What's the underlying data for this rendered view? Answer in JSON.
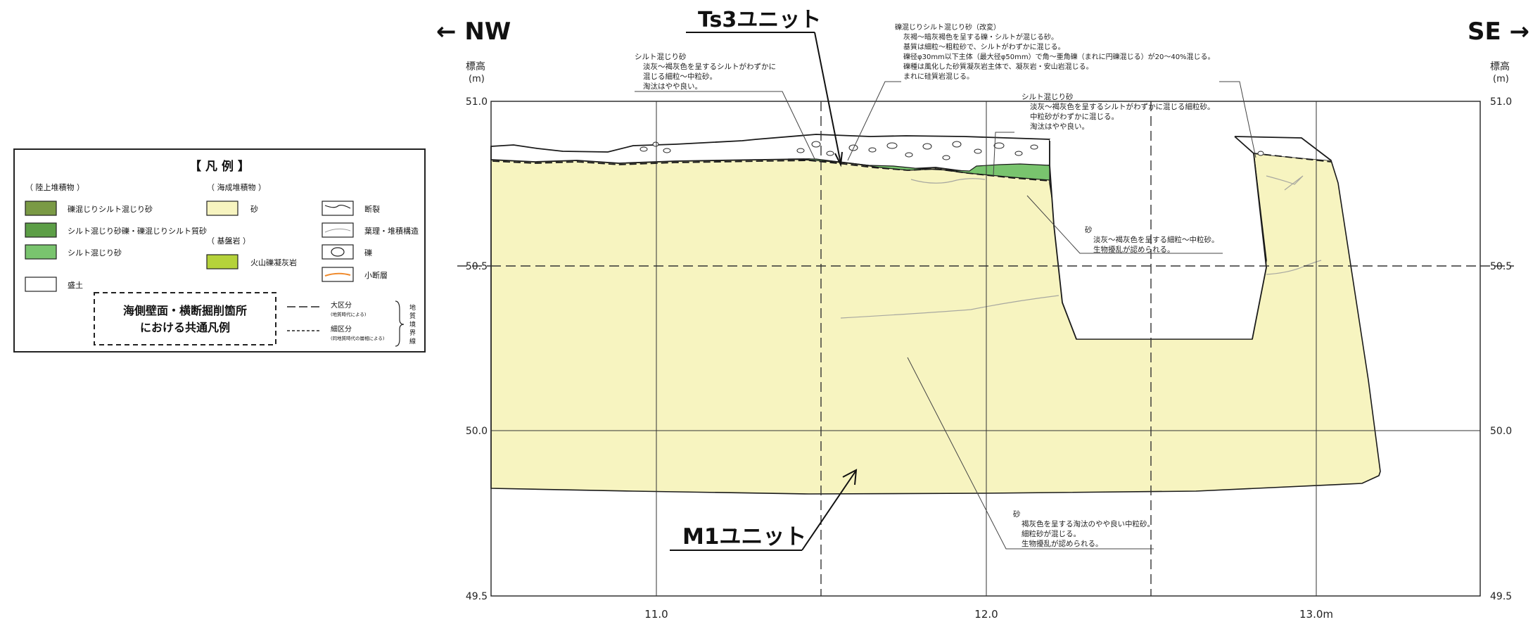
{
  "header": {
    "nw": "← NW",
    "se": "SE →",
    "ts3_label": "Ts3ユニット",
    "m1_label": "M1ユニット"
  },
  "axes": {
    "y_title": "標高",
    "y_unit": "(m)",
    "y_ticks": [
      "51.0",
      "50.5",
      "50.0",
      "49.5"
    ],
    "x_ticks": [
      "11.0",
      "12.0",
      "13.0m"
    ]
  },
  "legend": {
    "title": "【 凡 例 】",
    "group_land": "（ 陸上堆積物 ）",
    "group_marine": "（ 海成堆積物 ）",
    "group_bedrock": "（ 基盤岩 ）",
    "item_gravelly_silty_sand": "礫混じりシルト混じり砂",
    "item_silty_sandy_gravel": "シルト混じり砂礫・礫混じりシルト質砂",
    "item_silty_sand": "シルト混じり砂",
    "item_fill": "盛土",
    "item_sand": "砂",
    "item_tuff": "火山礫凝灰岩",
    "item_fault": "断裂",
    "item_lamina": "葉理・堆積構造",
    "item_gravel": "礫",
    "item_minor_fault": "小断層",
    "common_legend_1": "海側壁面・横断掘削箇所",
    "common_legend_2": "における共通凡例",
    "major_div": "大区分",
    "major_div_note": "(地質時代による)",
    "minor_div": "細区分",
    "minor_div_note": "(同地質時代の層相による)",
    "boundary_vertical": [
      "地",
      "質",
      "境",
      "界",
      "線"
    ],
    "colors": {
      "gravelly_silty_sand": "#7a9a45",
      "silty_sandy_gravel": "#5c9e46",
      "silty_sand": "#79c46e",
      "sand": "#f7f4c0",
      "tuff": "#b5d23a",
      "fill": "#ffffff",
      "minor_fault": "#f08a2c"
    }
  },
  "annotations": {
    "a1": [
      "シルト混じり砂",
      "淡灰〜褐灰色を呈するシルトがわずかに",
      "混じる細粒〜中粒砂。",
      "淘汰はやや良い。"
    ],
    "a2": [
      "礫混じりシルト混じり砂（改変）",
      "灰褐〜暗灰褐色を呈する礫・シルトが混じる砂。",
      "基質は細粒〜粗粒砂で、シルトがわずかに混じる。",
      "礫径φ30mm以下主体（最大径φ50mm）で角〜亜角礫（まれに円礫混じる）が20〜40%混じる。",
      "礫種は風化した砂質凝灰岩主体で、凝灰岩・安山岩混じる。",
      "まれに硅質岩混じる。"
    ],
    "a3": [
      "シルト混じり砂",
      "淡灰〜褐灰色を呈するシルトがわずかに混じる細粒砂。",
      "中粒砂がわずかに混じる。",
      "淘汰はやや良い。"
    ],
    "a4": [
      "砂",
      "淡灰〜褐灰色を呈する細粒〜中粒砂。",
      "生物擾乱が認められる。"
    ],
    "a5": [
      "砂",
      "褐灰色を呈する淘汰のやや良い中粒砂。",
      "細粒砂が混じる。",
      "生物擾乱が認められる。"
    ]
  }
}
